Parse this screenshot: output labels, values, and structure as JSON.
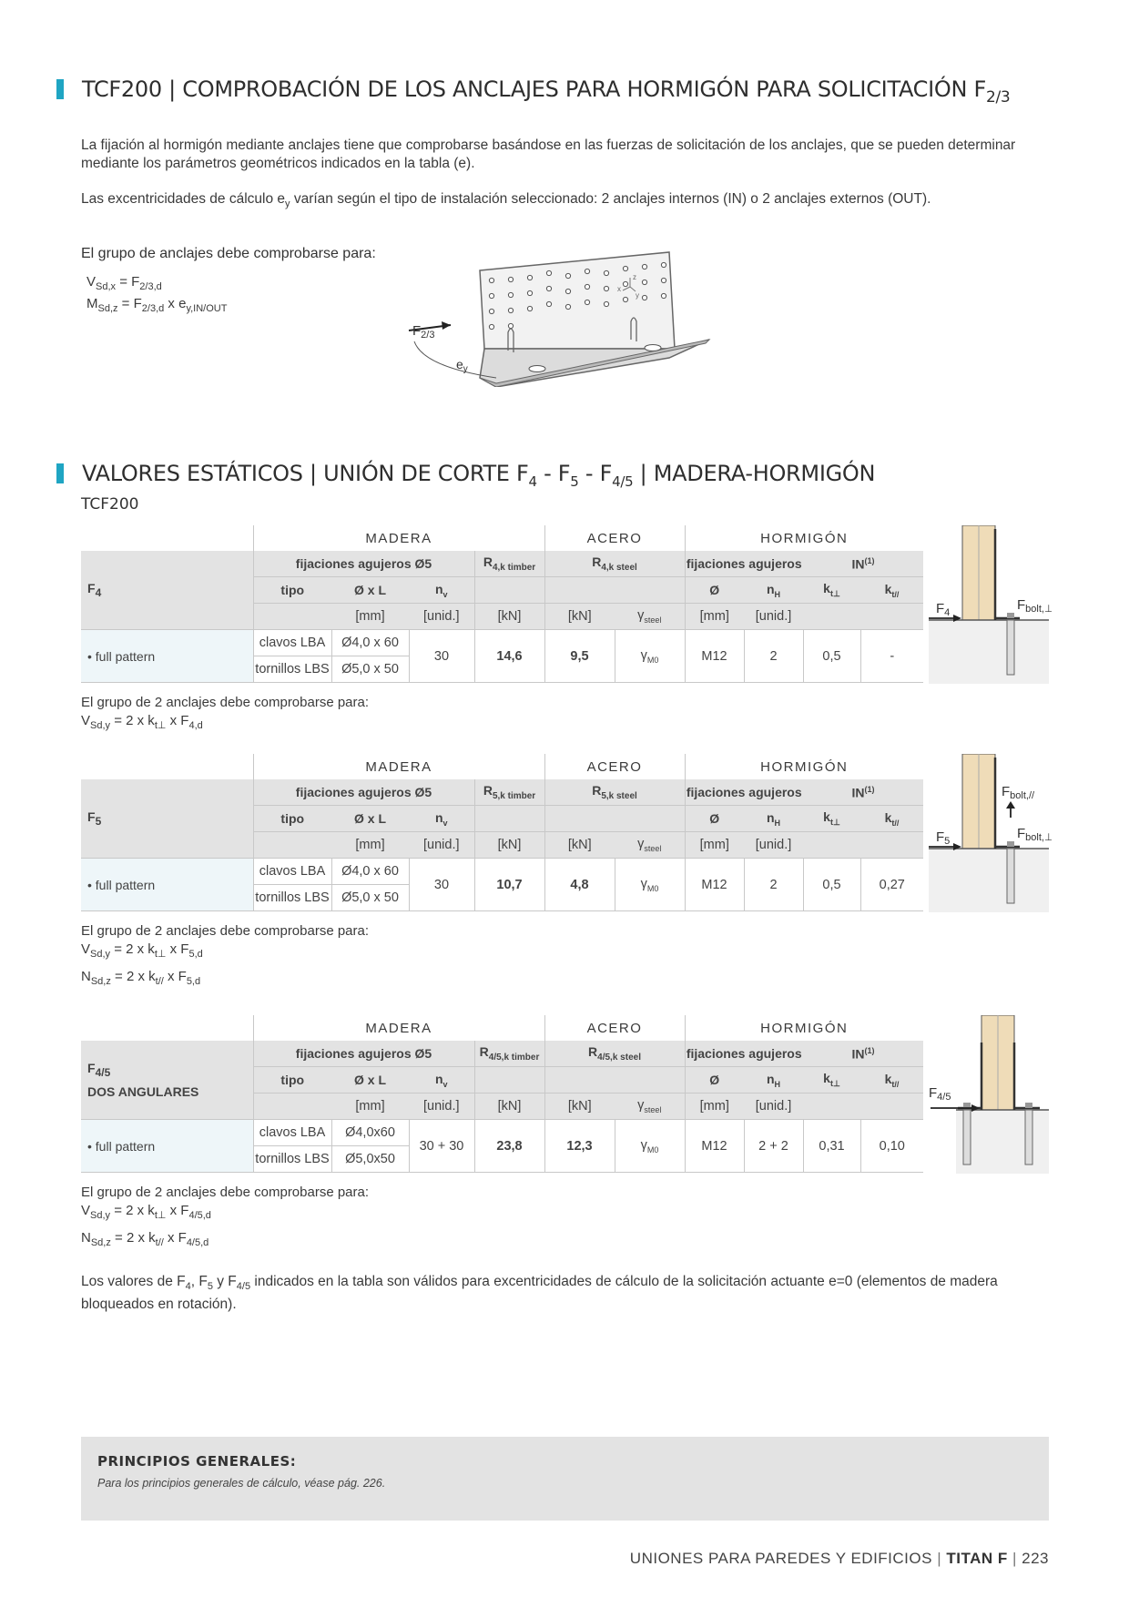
{
  "section1": {
    "title": "TCF200 | COMPROBACIÓN DE LOS ANCLAJES PARA HORMIGÓN PARA SOLICITACIÓN F",
    "title_sub": "2/3",
    "para1": "La fijación al hormigón mediante anclajes tiene que comprobarse basándose en las fuerzas de solicitación de los anclajes, que se pueden determinar mediante los parámetros geométricos indicados en la tabla (e).",
    "para2a": "Las excentricidades de cálculo e",
    "para2sub": "y",
    "para2b": " varían según el tipo de instalación seleccionado: 2 anclajes internos (IN) o 2 anclajes externos (OUT).",
    "check_title": "El grupo de anclajes debe comprobarse para:",
    "f1a": "V",
    "f1s": "Sd,x",
    "f1b": " = F",
    "f1c": "2/3,d",
    "f2a": "M",
    "f2s": "Sd,z",
    "f2b": " = F",
    "f2c": "2/3,d",
    "f2d": " x e",
    "f2e": "y,IN/OUT",
    "diagram": {
      "force": "F",
      "force_sub": "2/3",
      "ecc": "e",
      "ecc_sub": "y",
      "ax_z": "z",
      "ax_x": "x",
      "ax_y": "y"
    }
  },
  "section2": {
    "title": "VALORES ESTÁTICOS | UNIÓN DE CORTE F",
    "subtitle": "TCF200"
  },
  "common": {
    "madera": "MADERA",
    "acero": "ACERO",
    "hormigon": "HORMIGÓN",
    "fij05": "fijaciones agujeros Ø5",
    "fij": "fijaciones agujeros",
    "in": "IN",
    "in_sup": "(1)",
    "tipo": "tipo",
    "oxl": "Ø x L",
    "nv": "n",
    "nv_sub": "v",
    "o": "Ø",
    "nh": "n",
    "nh_sub": "H",
    "ktp": "k",
    "ktp_sub": "t⊥",
    "ktl": "k",
    "ktl_sub": "t//",
    "mm": "[mm]",
    "unid": "[unid.]",
    "kn": "[kN]",
    "gsteel": "γ",
    "gsteel_sub": "steel",
    "full": "• full pattern",
    "lba": "clavos LBA",
    "lbs": "tornillos LBS",
    "gm": "γ",
    "gm_sub": "M0",
    "check": "El grupo de 2 anclajes debe comprobarse para:"
  },
  "t1": {
    "label": "F",
    "label_sub": "4",
    "r_timber": "R",
    "r_timber_sub": "4,k timber",
    "r_steel": "R",
    "r_steel_sub": "4,k steel",
    "lba_d": "Ø4,0 x 60",
    "lbs_d": "Ø5,0 x 50",
    "nv": "30",
    "rt": "14,6",
    "rs": "9,5",
    "d": "M12",
    "nh": "2",
    "ktp": "0,5",
    "ktl": "-",
    "fa": "V",
    "fas": "Sd,y",
    "fb": " = 2 x k",
    "fbs": "t⊥",
    "fc": " x F",
    "fcs": "4,d",
    "fig_f": "F",
    "fig_fs": "4",
    "fig_b": "F",
    "fig_bs": "bolt,⊥"
  },
  "t2": {
    "label": "F",
    "label_sub": "5",
    "r_timber": "R",
    "r_timber_sub": "5,k timber",
    "r_steel": "R",
    "r_steel_sub": "5,k steel",
    "lba_d": "Ø4,0 x 60",
    "lbs_d": "Ø5,0 x 50",
    "nv": "30",
    "rt": "10,7",
    "rs": "4,8",
    "d": "M12",
    "nh": "2",
    "ktp": "0,5",
    "ktl": "0,27",
    "fa": "V",
    "fas": "Sd,y",
    "fb": " = 2 x k",
    "fbs": "t⊥",
    "fc": " x F",
    "fcs": "5,d",
    "ga": "N",
    "gas": "Sd,z",
    "gb": " = 2 x k",
    "gbs": "t//",
    "gc": " x F",
    "gcs": "5,d",
    "fig_f": "F",
    "fig_fs": "5",
    "fig_b": "F",
    "fig_bs": "bolt,⊥",
    "fig_c": "F",
    "fig_cs": "bolt,//"
  },
  "t3": {
    "label": "F",
    "label_sub": "4/5",
    "label2": "DOS ANGULARES",
    "r_timber": "R",
    "r_timber_sub": "4/5,k timber",
    "r_steel": "R",
    "r_steel_sub": "4/5,k steel",
    "lba_d": "Ø4,0x60",
    "lbs_d": "Ø5,0x50",
    "nv": "30 + 30",
    "rt": "23,8",
    "rs": "12,3",
    "d": "M12",
    "nh": "2 + 2",
    "ktp": "0,31",
    "ktl": "0,10",
    "fa": "V",
    "fas": "Sd,y",
    "fb": " = 2 x k",
    "fbs": "t⊥",
    "fc": " x F",
    "fcs": "4/5,d",
    "ga": "N",
    "gas": "Sd,z",
    "gb": " = 2 x k",
    "gbs": "t//",
    "gc": " x F",
    "gcs": "4/5,d",
    "fig_f": "F",
    "fig_fs": "4/5"
  },
  "closing": {
    "a": "Los valores de F",
    "as": "4",
    "b": ", F",
    "bs": "5",
    "c": " y F",
    "cs": "4/5",
    "d": " indicados en la tabla son válidos para excentricidades de cálculo de la solicitación actuante e=0 (elementos de madera bloqueados en rotación)."
  },
  "box": {
    "title": "PRINCIPIOS GENERALES:",
    "text": "Para los principios generales de cálculo, véase pág. 226."
  },
  "footer": {
    "left": "UNIONES PARA PAREDES Y EDIFICIOS",
    "brand": "TITAN F",
    "page": "223"
  },
  "colors": {
    "accent": "#1fa5c3",
    "table_header": "#e3e3e3",
    "highlight": "#eef6f9"
  }
}
